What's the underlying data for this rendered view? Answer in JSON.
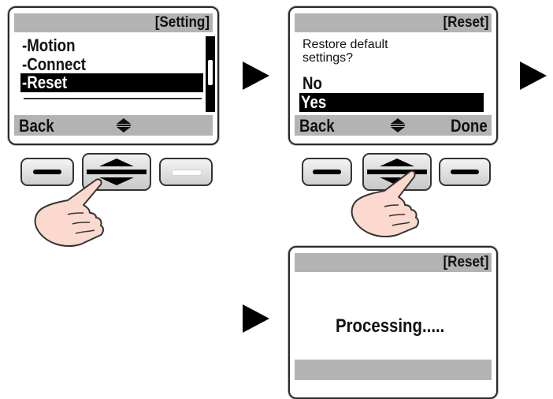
{
  "screen1": {
    "title": "[Setting]",
    "items": [
      "-Motion",
      "-Connect",
      "-Reset"
    ],
    "selected_index": 2,
    "footer_left": "Back"
  },
  "screen2": {
    "title": "[Reset]",
    "prompt_line1": "Restore default",
    "prompt_line2": "settings?",
    "options": [
      "No",
      "Yes"
    ],
    "selected_index": 1,
    "footer_left": "Back",
    "footer_right": "Done"
  },
  "screen3": {
    "title": "[Reset]",
    "message": "Processing....."
  },
  "icons": {
    "flow_arrow": "right-triangle-arrow",
    "updown": "up-down-arrow-icon",
    "hand": "pointing-hand-icon"
  },
  "colors": {
    "bar_gray": "#b3b3b3",
    "selection": "#000000",
    "skin": "#fbd9cf"
  }
}
